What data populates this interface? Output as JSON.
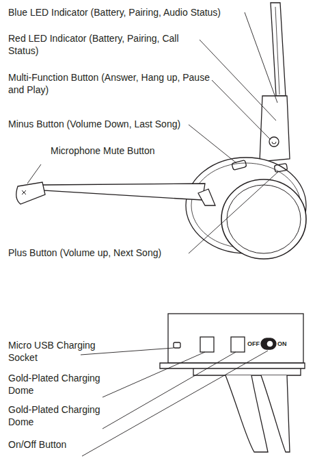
{
  "diagram": {
    "labels": [
      "Blue LED Indicator (Battery, Pairing, Audio Status)",
      "Red LED Indicator (Battery, Pairing, Call Status)",
      "Multi-Function Button (Answer, Hang up, Pause and Play)",
      "Minus Button (Volume Down, Last Song)",
      "Microphone Mute Button",
      "Plus Button (Volume up, Next Song)",
      "Micro USB Charging Socket",
      "Gold-Plated Charging Dome",
      "Gold-Plated Charging Dome",
      "On/Off Button",
      "OFF",
      "ON"
    ]
  }
}
